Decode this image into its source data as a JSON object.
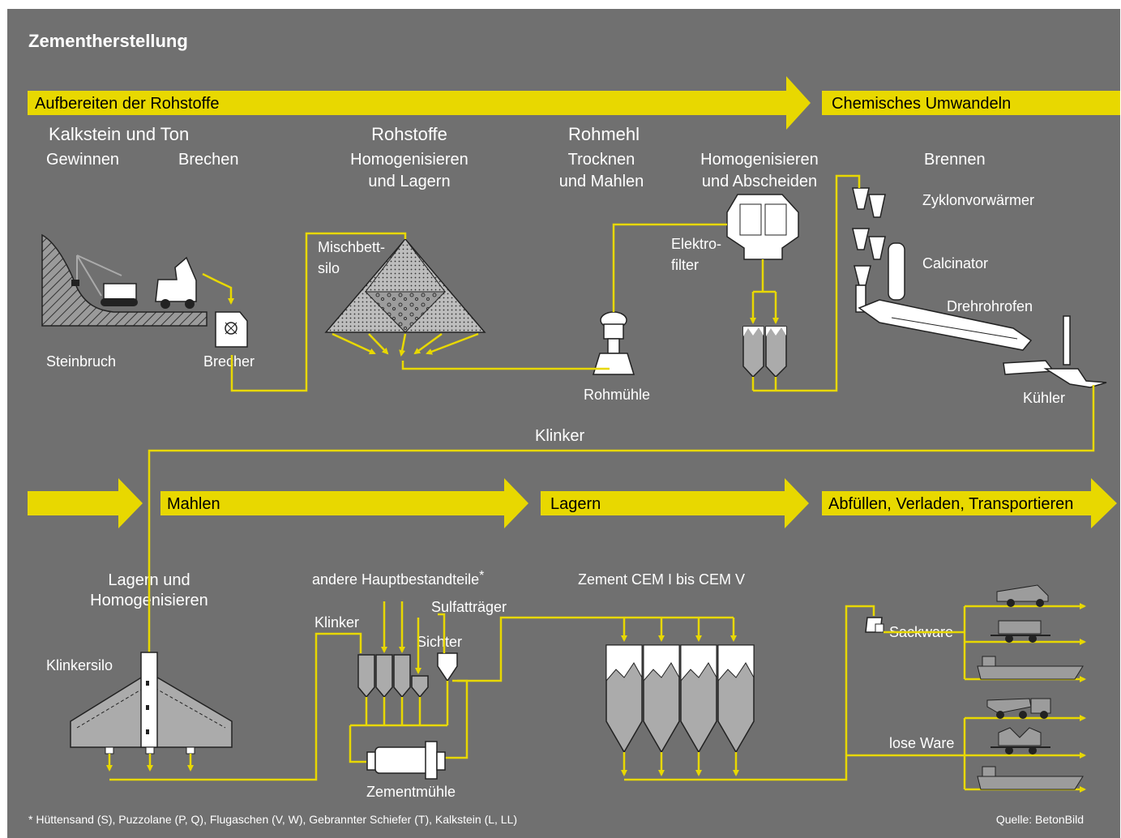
{
  "title": "Zementherstellung",
  "phases": {
    "aufbereiten": "Aufbereiten der Rohstoffe",
    "chemisch": "Chemisches Umwandeln",
    "mahlen": "Mahlen",
    "lagern": "Lagern",
    "abfuellen": "Abfüllen, Verladen, Transportieren"
  },
  "steps": {
    "kalkstein": "Kalkstein und Ton",
    "gewinnen": "Gewinnen",
    "brechen": "Brechen",
    "rohstoffe": "Rohstoffe",
    "homog_lagern_1": "Homogenisieren",
    "homog_lagern_2": "und Lagern",
    "rohmehl": "Rohmehl",
    "trocknen_1": "Trocknen",
    "trocknen_2": "und Mahlen",
    "homog_absch_1": "Homogenisieren",
    "homog_absch_2": "und Abscheiden",
    "brennen": "Brennen",
    "lagern_homog_1": "Lagern und",
    "lagern_homog_2": "Homogenisieren",
    "andere": "andere Hauptbestandteile",
    "andere_star": "*",
    "zement": "Zement CEM I bis CEM V"
  },
  "labels": {
    "steinbruch": "Steinbruch",
    "brecher": "Brecher",
    "mischbett_1": "Mischbett-",
    "mischbett_2": "silo",
    "rohmuehle": "Rohmühle",
    "elektro_1": "Elektro-",
    "elektro_2": "filter",
    "zyklon": "Zyklonvorwärmer",
    "calcinator": "Calcinator",
    "drehrohrofen": "Drehrohrofen",
    "kuehler": "Kühler",
    "klinker_flow": "Klinker",
    "klinkersilo": "Klinkersilo",
    "klinker_in": "Klinker",
    "sulfat": "Sulfatträger",
    "sichter": "Sichter",
    "zementmuehle": "Zementmühle",
    "sackware": "Sackware",
    "lose_ware": "lose Ware"
  },
  "footnote": "* Hüttensand (S), Puzzolane (P, Q), Flugaschen (V, W), Gebrannter Schiefer (T), Kalkstein (L, LL)",
  "source": "Quelle: BetonBild",
  "colors": {
    "background": "#707070",
    "accent": "#e8d800",
    "text": "#ffffff"
  }
}
